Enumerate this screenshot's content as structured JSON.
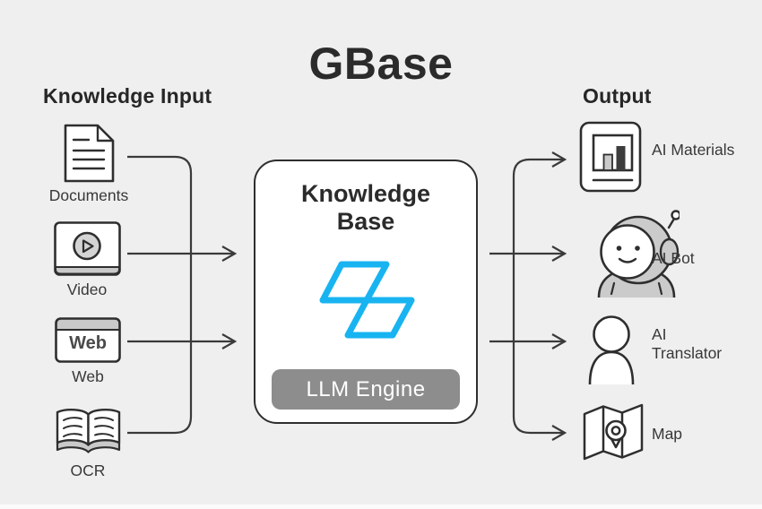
{
  "title": "GBase",
  "colors": {
    "background": "#efeff0",
    "ink": "#2e2e2e",
    "connector_line": "#3a3a3a",
    "light_gray_fill": "#c9c9c9",
    "badge_gray": "#8d8d8d",
    "logo_blue": "#18b4f1",
    "dark_bar": "#3d3d3d"
  },
  "input_section": {
    "heading": "Knowledge Input",
    "items": [
      {
        "label": "Documents",
        "icon": "document-icon"
      },
      {
        "label": "Video",
        "icon": "video-player-icon"
      },
      {
        "label": "Web",
        "icon": "browser-window-icon",
        "icon_text": "Web"
      },
      {
        "label": "OCR",
        "icon": "open-book-icon"
      }
    ]
  },
  "center_box": {
    "heading": "Knowledge Base",
    "badge_label": "LLM Engine",
    "logo": "gbase-logo"
  },
  "output_section": {
    "heading": "Output",
    "items": [
      {
        "label": "AI Materials",
        "icon": "bar-chart-icon"
      },
      {
        "label": "AI Bot",
        "icon": "robot-icon"
      },
      {
        "label": "AI Translator",
        "icon": "person-icon"
      },
      {
        "label": "Map",
        "icon": "map-icon"
      }
    ]
  }
}
